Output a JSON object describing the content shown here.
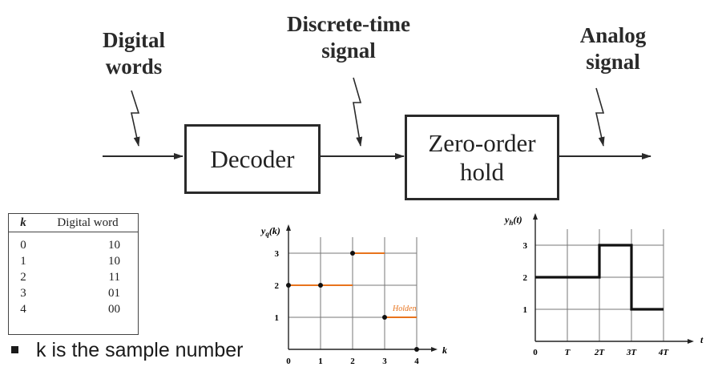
{
  "block_diagram": {
    "labels": {
      "digital_words": [
        "Digital",
        "words"
      ],
      "discrete_time_signal": [
        "Discrete-time",
        "signal"
      ],
      "analog_signal": [
        "Analog",
        "signal"
      ]
    },
    "decoder_label": "Decoder",
    "zoh_label": [
      "Zero-order",
      "hold"
    ]
  },
  "table": {
    "headers": [
      "k",
      "Digital word"
    ],
    "rows": [
      [
        "0",
        "10"
      ],
      [
        "1",
        "10"
      ],
      [
        "2",
        "11"
      ],
      [
        "3",
        "01"
      ],
      [
        "4",
        "00"
      ]
    ]
  },
  "bullet_text": "k is the sample number",
  "colors": {
    "annotation": "#e8731c",
    "ink": "#222222"
  },
  "chart_data": [
    {
      "type": "scatter",
      "ylabel": "y_q(k)",
      "xlabel": "k",
      "x_ticks": [
        "0",
        "1",
        "2",
        "3",
        "4"
      ],
      "y_ticks": [
        "1",
        "2",
        "3"
      ],
      "points": [
        [
          0,
          2
        ],
        [
          1,
          2
        ],
        [
          2,
          3
        ],
        [
          3,
          1
        ],
        [
          4,
          0
        ]
      ],
      "annotation_segments": [
        [
          0,
          2,
          2
        ],
        [
          2,
          3,
          3
        ],
        [
          3,
          1,
          4
        ]
      ],
      "annotation_text": "Holden",
      "xlim": [
        0,
        4
      ],
      "ylim": [
        0,
        3.5
      ],
      "grid": true
    },
    {
      "type": "line",
      "ylabel": "y_h(t)",
      "xlabel": "t",
      "x_ticks": [
        "0",
        "T",
        "2T",
        "3T",
        "4T"
      ],
      "y_ticks": [
        "1",
        "2",
        "3"
      ],
      "step_values": [
        2,
        2,
        3,
        1
      ],
      "xlim": [
        0,
        4
      ],
      "ylim": [
        0,
        3.5
      ],
      "grid": true
    }
  ]
}
